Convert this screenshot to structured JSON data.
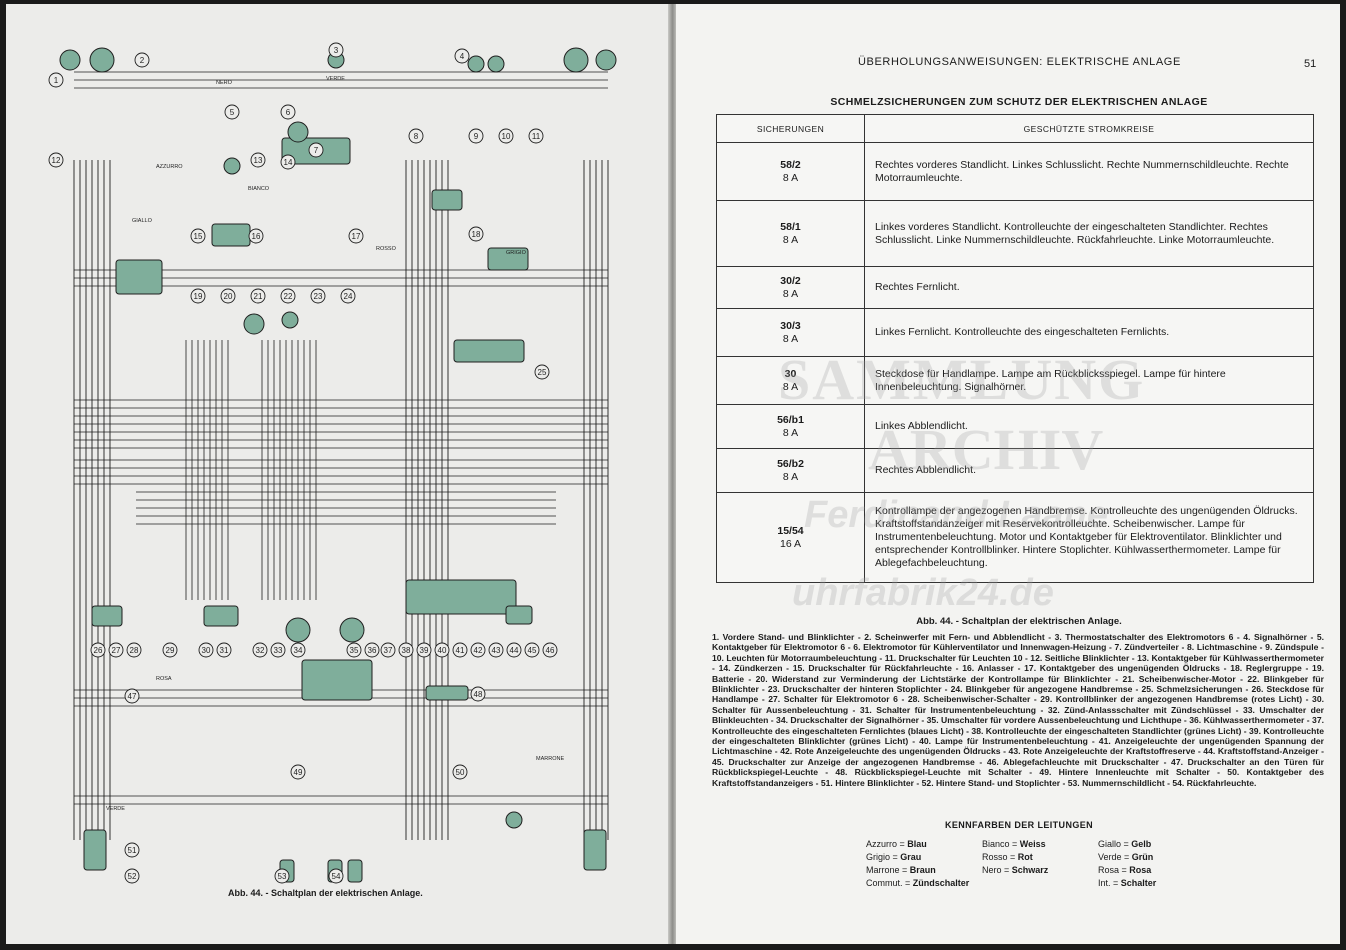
{
  "left_page": {
    "caption": "Abb. 44. - Schaltplan der elektrischen Anlage.",
    "wire_labels": [
      "VERDE",
      "NERO",
      "AZZURRO",
      "BIANCO",
      "ROSSO",
      "GIALLO",
      "GRIGIO",
      "ROSA",
      "MARRONE"
    ],
    "component_numbers": [
      "1",
      "2",
      "3",
      "4",
      "5",
      "6",
      "7",
      "8",
      "9",
      "10",
      "11",
      "12",
      "13",
      "14",
      "15",
      "16",
      "17",
      "18",
      "19",
      "20",
      "21",
      "22",
      "23",
      "24",
      "25",
      "26",
      "27",
      "28",
      "29",
      "30",
      "31",
      "32",
      "33",
      "34",
      "35",
      "36",
      "37",
      "38",
      "39",
      "40",
      "41",
      "42",
      "43",
      "44",
      "45",
      "46",
      "47",
      "48",
      "49",
      "50",
      "51",
      "52",
      "53",
      "54"
    ]
  },
  "header": {
    "running_title": "ÜBERHOLUNGSANWEISUNGEN: ELEKTRISCHE ANLAGE",
    "page_number": "51"
  },
  "fuse_table": {
    "title": "SCHMELZSICHERUNGEN ZUM SCHUTZ DER ELEKTRISCHEN ANLAGE",
    "col_fuses": "SICHERUNGEN",
    "col_circuits": "GESCHÜTZTE STROMKREISE",
    "rows": [
      {
        "fuse": "58/2",
        "amp": "8 A",
        "circuits": "Rechtes vorderes Standlicht. Linkes Schlusslicht. Rechte Nummernschildleuchte. Rechte Motorraumleuchte."
      },
      {
        "fuse": "58/1",
        "amp": "8 A",
        "circuits": "Linkes vorderes Standlicht. Kontrolleuchte der eingeschalteten Standlichter. Rechtes Schlusslicht. Linke Nummernschildleuchte. Rückfahrleuchte. Linke Motorraumleuchte."
      },
      {
        "fuse": "30/2",
        "amp": "8 A",
        "circuits": "Rechtes Fernlicht."
      },
      {
        "fuse": "30/3",
        "amp": "8 A",
        "circuits": "Linkes Fernlicht. Kontrolleuchte des eingeschalteten Fernlichts."
      },
      {
        "fuse": "30",
        "amp": "8 A",
        "circuits": "Steckdose für Handlampe. Lampe am Rückblicksspiegel. Lampe für hintere Innenbeleuchtung. Signalhörner."
      },
      {
        "fuse": "56/b1",
        "amp": "8 A",
        "circuits": "Linkes Abblendlicht."
      },
      {
        "fuse": "56/b2",
        "amp": "8 A",
        "circuits": "Rechtes Abblendlicht."
      },
      {
        "fuse": "15/54",
        "amp": "16 A",
        "circuits": "Kontrollampe der angezogenen Handbremse. Kontrolleuchte des ungenügenden Öldrucks. Kraftstoffstandanzeiger mit Reservekontrolleuchte. Scheibenwischer. Lampe für Instrumentenbeleuchtung. Motor und Kontaktgeber für Elektroventilator. Blinklichter und entsprechender Kontrollblinker. Hintere Stoplichter. Kühlwasserthermometer. Lampe für Ablegefachbeleuchtung."
      }
    ]
  },
  "watermark": {
    "line1": "SAMMLUNG",
    "line2": "ARCHIV",
    "line3": "Ferdinand Laane",
    "line4": "uhrfabrik24.de"
  },
  "figure_caption": "Abb. 44. - Schaltplan der elektrischen Anlage.",
  "legend_text": "1. Vordere Stand- und Blinklichter - 2. Scheinwerfer mit Fern- und Abblendlicht - 3. Thermostatschalter des Elektromotors 6 - 4. Signalhörner - 5. Kontaktgeber für Elektromotor 6 - 6. Elektromotor für Kühlerventilator und Innenwagen-Heizung - 7. Zündverteiler - 8. Lichtmaschine - 9. Zündspule - 10. Leuchten für Motorraumbeleuchtung - 11. Druckschalter für Leuchten 10 - 12. Seitliche Blinklichter - 13. Kontaktgeber für Kühlwasserthermometer - 14. Zündkerzen - 15. Druckschalter für Rückfahrleuchte - 16. Anlasser - 17. Kontaktgeber des ungenügenden Öldrucks - 18. Reglergruppe - 19. Batterie - 20. Widerstand zur Verminderung der Lichtstärke der Kontrollampe für Blinklichter - 21. Scheibenwischer-Motor - 22. Blinkgeber für Blinklichter - 23. Druckschalter der hinteren Stoplichter - 24. Blinkgeber für angezogene Handbremse - 25. Schmelzsicherungen - 26. Steckdose für Handlampe - 27. Schalter für Elektromotor 6 - 28. Scheibenwischer-Schalter - 29. Kontrollblinker der angezogenen Handbremse (rotes Licht) - 30. Schalter für Aussenbeleuchtung - 31. Schalter für Instrumentenbeleuchtung - 32. Zünd-Anlassschalter mit Zündschlüssel - 33. Umschalter der Blinkleuchten - 34. Druckschalter der Signalhörner - 35. Umschalter für vordere Aussenbeleuchtung und Lichthupe - 36. Kühlwasserthermometer - 37. Kontrolleuchte des eingeschalteten Fernlichtes (blaues Licht) - 38. Kontrolleuchte der eingeschalteten Standlichter (grünes Licht) - 39. Kontrolleuchte der eingeschalteten Blinklichter (grünes Licht) - 40. Lampe für Instrumentenbeleuchtung - 41. Anzeigeleuchte der ungenügenden Spannung der Lichtmaschine - 42. Rote Anzeigeleuchte des ungenügenden Öldrucks - 43. Rote Anzeigeleuchte der Kraftstoffreserve - 44. Kraftstoffstand-Anzeiger - 45. Druckschalter zur Anzeige der angezogenen Handbremse - 46. Ablegefachleuchte mit Druckschalter - 47. Druckschalter an den Türen für Rückblickspiegel-Leuchte - 48. Rückblickspiegel-Leuchte mit Schalter - 49. Hintere Innenleuchte mit Schalter - 50. Kontaktgeber des Kraftstoffstandanzeigers - 51. Hintere Blinklichter - 52. Hintere Stand- und Stoplichter - 53. Nummernschildlicht - 54. Rückfahrleuchte.",
  "colors": {
    "title": "KENNFARBEN DER LEITUNGEN",
    "items": [
      {
        "it": "Azzurro",
        "de": "Blau"
      },
      {
        "it": "Bianco",
        "de": "Weiss"
      },
      {
        "it": "Giallo",
        "de": "Gelb"
      },
      {
        "it": "Grigio",
        "de": "Grau"
      },
      {
        "it": "Rosso",
        "de": "Rot"
      },
      {
        "it": "Verde",
        "de": "Grün"
      },
      {
        "it": "Marrone",
        "de": "Braun"
      },
      {
        "it": "Nero",
        "de": "Schwarz"
      },
      {
        "it": "Rosa",
        "de": "Rosa"
      },
      {
        "it": "Commut.",
        "de": "Zündschalter"
      },
      {
        "it": "",
        "de": ""
      },
      {
        "it": "Int.",
        "de": "Schalter"
      }
    ]
  },
  "theme": {
    "component_fill": "#7fae9b",
    "line_color": "#1f1f1f"
  }
}
